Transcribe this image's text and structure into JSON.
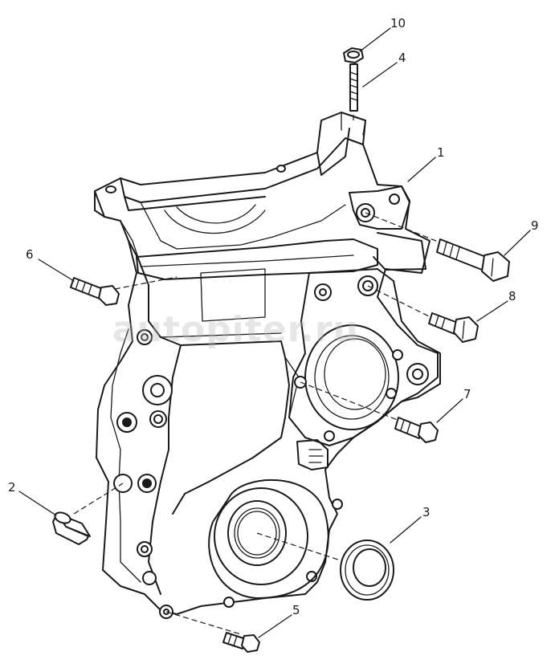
{
  "watermark": "autopiter.ru",
  "callouts": [
    {
      "id": "part-1",
      "label": "1"
    },
    {
      "id": "part-2",
      "label": "2"
    },
    {
      "id": "part-3",
      "label": "3"
    },
    {
      "id": "part-4",
      "label": "4"
    },
    {
      "id": "part-5",
      "label": "5"
    },
    {
      "id": "part-6",
      "label": "6"
    },
    {
      "id": "part-7",
      "label": "7"
    },
    {
      "id": "part-8",
      "label": "8"
    },
    {
      "id": "part-9",
      "label": "9"
    },
    {
      "id": "part-10",
      "label": "10"
    }
  ]
}
